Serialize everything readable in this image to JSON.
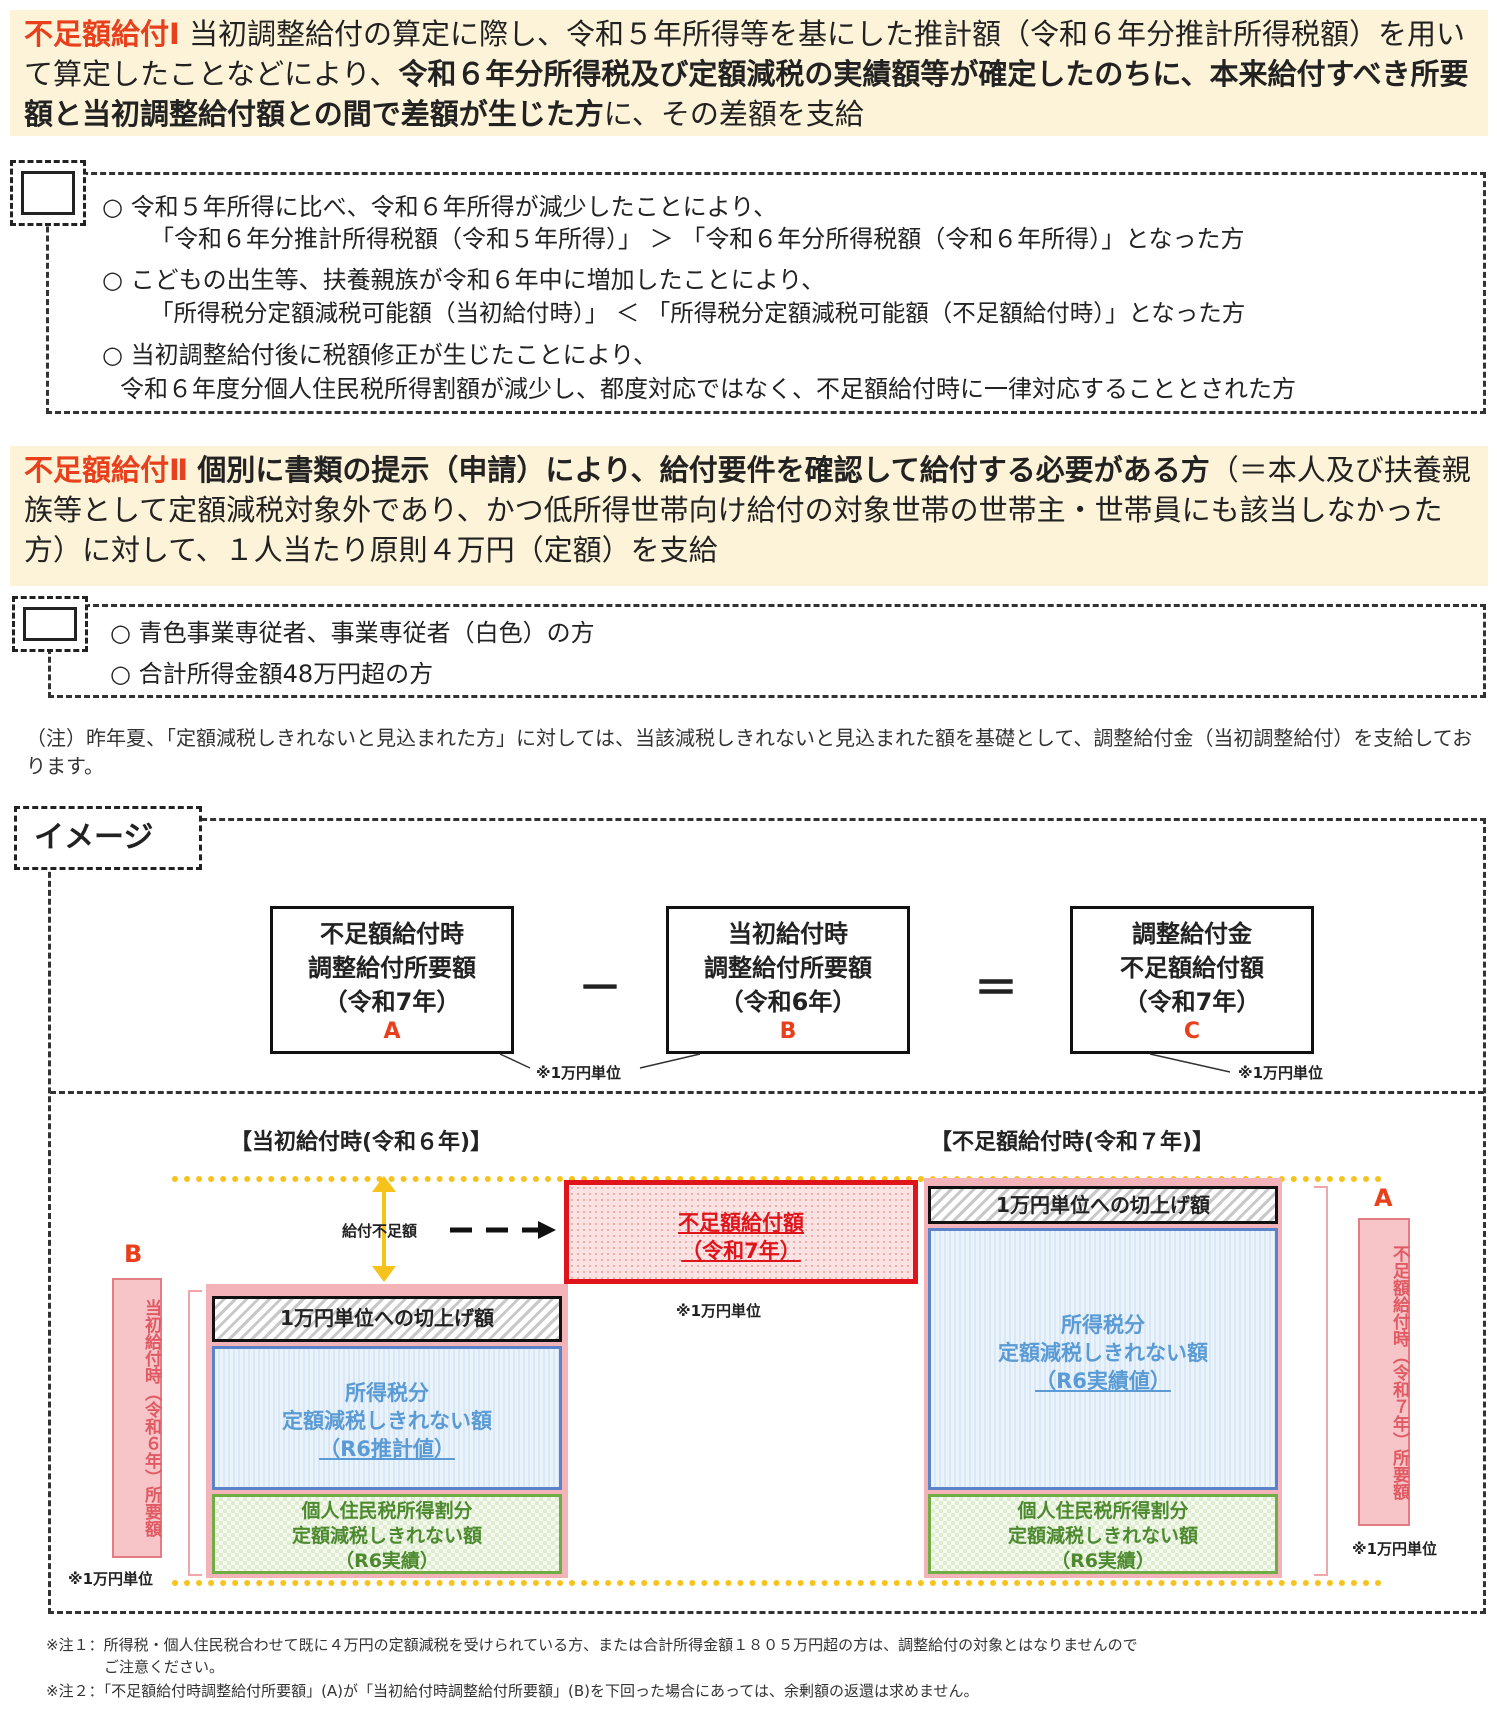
{
  "section1": {
    "title": "不足額給付Ⅰ",
    "text_a": "当初調整給付の算定に際し、令和５年所得等を基にした推計額（令和６年分推計所得税額）を用いて算定したことなどにより、",
    "text_bold": "令和６年分所得税及び定額減税の実績額等が確定したのちに、本来給付すべき所要額と当初調整給付額との間で差額が生じた方",
    "text_b": "に、その差額を支給",
    "items": [
      {
        "line1": "○ 令和５年所得に比べ、令和６年所得が減少したことにより、",
        "line2": "「令和６年分推計所得税額（令和５年所得）」 ＞ 「令和６年分所得税額（令和６年所得）」となった方"
      },
      {
        "line1": "○ こどもの出生等、扶養親族が令和６年中に増加したことにより、",
        "line2": "「所得税分定額減税可能額（当初給付時）」 ＜ 「所得税分定額減税可能額（不足額給付時）」となった方"
      },
      {
        "line1": "○ 当初調整給付後に税額修正が生じたことにより、",
        "line2": "令和６年度分個人住民税所得割額が減少し、都度対応ではなく、不足額給付時に一律対応することとされた方"
      }
    ]
  },
  "section2": {
    "title": "不足額給付Ⅱ",
    "text_bold": "個別に書類の提示（申請）により、給付要件を確認して給付する必要がある方",
    "text_a": "（＝本人及び扶養親族等として定額減税対象外であり、かつ低所得世帯向け給付の対象世帯の世帯主・世帯員にも該当しなかった方）に対して、１人当たり原則４万円（定額）を支給",
    "items": [
      "○ 青色事業専従者、事業専従者（白色）の方",
      "○ 合計所得金額48万円超の方"
    ]
  },
  "note": "（注）昨年夏、「定額減税しきれないと見込まれた方」に対しては、当該減税しきれないと見込まれた額を基礎として、調整給付金（当初調整給付）を支給しております。",
  "image": {
    "label": "イメージ",
    "formula": {
      "a": {
        "l1": "不足額給付時",
        "l2": "調整給付所要額",
        "l3": "（令和7年）",
        "letter": "A"
      },
      "minus": "－",
      "b": {
        "l1": "当初給付時",
        "l2": "調整給付所要額",
        "l3": "（令和6年）",
        "letter": "B"
      },
      "equals": "＝",
      "c": {
        "l1": "調整給付金",
        "l2": "不足額給付額",
        "l3": "（令和7年）",
        "letter": "C"
      },
      "unit_b": "※1万円単位",
      "unit_c": "※1万円単位"
    },
    "left_title": "【当初給付時(令和６年)】",
    "right_title": "【不足額給付時(令和７年)】",
    "shortfall_label": "給付不足額",
    "shortfall_box": {
      "l1": "不足額給付額",
      "l2": "（令和7年）"
    },
    "shortfall_unit": "※1万円単位",
    "roundup": "1万円単位への切上げ額",
    "left_blue": {
      "l1": "所得税分",
      "l2": "定額減税しきれない額",
      "l3": "（R6推計値）"
    },
    "left_green": {
      "l1": "個人住民税所得割分",
      "l2": "定額減税しきれない額",
      "l3": "（R6実績）"
    },
    "right_blue": {
      "l1": "所得税分",
      "l2": "定額減税しきれない額",
      "l3": "（R6実績値）"
    },
    "right_green": {
      "l1": "個人住民税所得割分",
      "l2": "定額減税しきれない額",
      "l3": "（R6実績）"
    },
    "left_letter": "B",
    "right_letter": "A",
    "left_vlabel": "当初給付時（令和６年）所要額",
    "right_vlabel": "不足額給付時（令和７年）所要額",
    "left_unit": "※1万円単位",
    "right_unit": "※1万円単位"
  },
  "footnotes": [
    "※注１：所得税・個人住民税合わせて既に４万円の定額減税を受けられている方、または合計所得金額１８０５万円超の方は、調整給付の対象とはなりませんので",
    "ご注意ください。",
    "※注２：「不足額給付時調整給付所要額」(A)が「当初給付時調整給付所要額」(B)を下回った場合にあっては、余剰額の返還は求めません。"
  ]
}
